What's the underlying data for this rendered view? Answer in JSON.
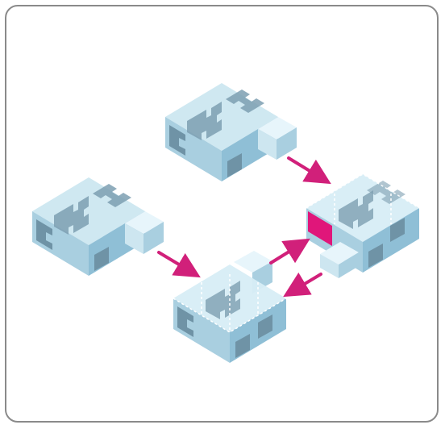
{
  "diagram": {
    "description_elements": [
      "cube-top",
      "cube-left",
      "cube-bottom",
      "cube-right"
    ],
    "colors": {
      "cube_top": "#cfe8f1",
      "cube_left": "#a9cfe0",
      "cube_right": "#8fbfd6",
      "socket": "#7d9fb1",
      "connector_edge": "#e7f5fb",
      "arrow": "#d1207a",
      "highlight": "#e0167a",
      "frame_border": "#8a8a8a"
    }
  }
}
